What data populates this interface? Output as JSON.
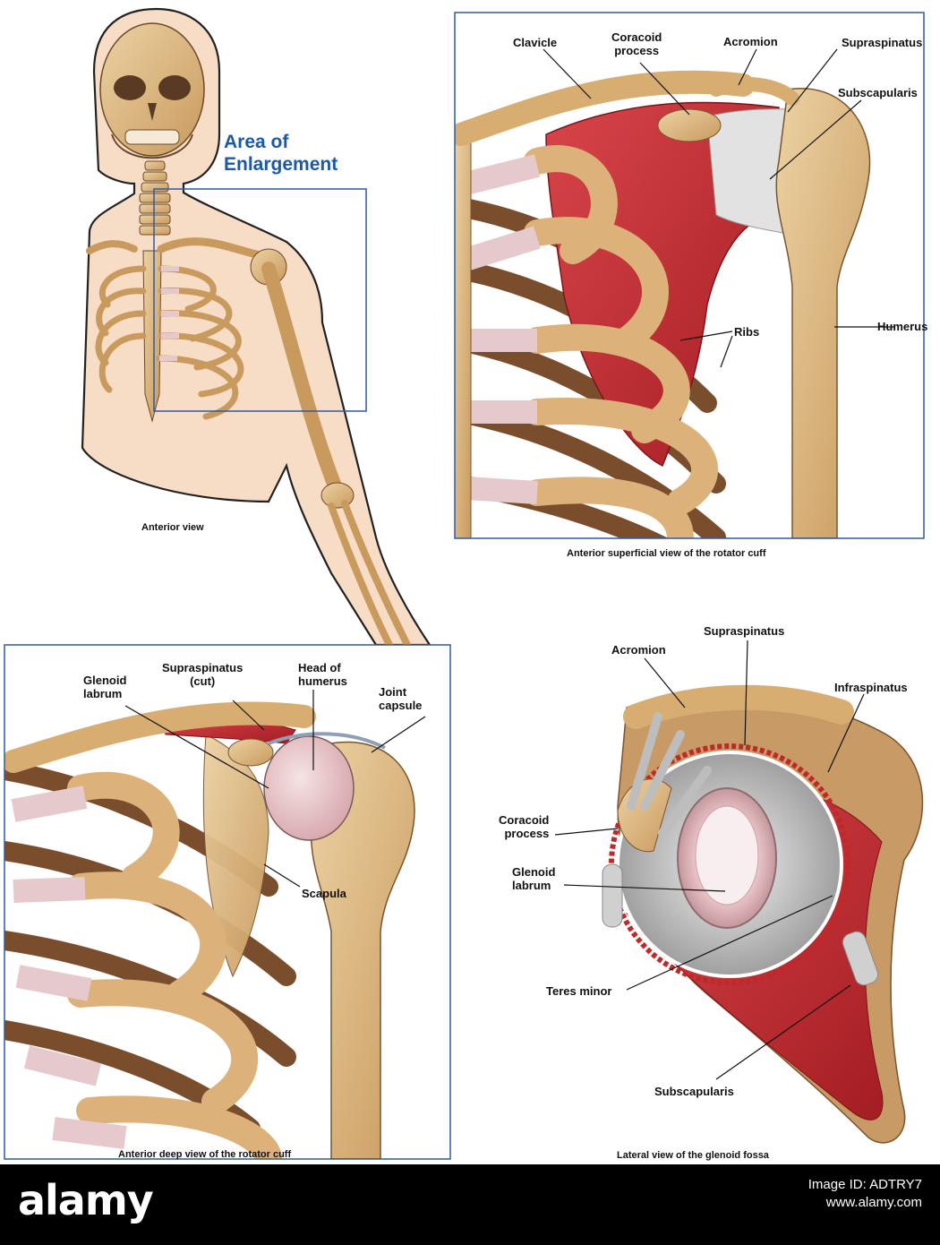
{
  "colors": {
    "bone": "#d9b27a",
    "bone_dark": "#8a5a32",
    "cartilage": "#e6c9cc",
    "muscle": "#c0282a",
    "tendon": "#d8d8d8",
    "skin": "#f7dcc6",
    "frame": "#2f5aa0",
    "enlarge_text": "#1a5aa8"
  },
  "panel_top_left": {
    "area_label": "Area of\nEnlargement",
    "caption": "Anterior view"
  },
  "panel_top_right": {
    "labels": {
      "clavicle": "Clavicle",
      "coracoid": "Coracoid\nprocess",
      "acromion": "Acromion",
      "supraspinatus": "Supraspinatus",
      "subscapularis": "Subscapularis",
      "ribs": "Ribs",
      "humerus": "Humerus"
    },
    "caption": "Anterior superficial view of the rotator cuff"
  },
  "panel_bottom_left": {
    "labels": {
      "glenoid_labrum": "Glenoid\nlabrum",
      "supraspinatus_cut": "Supraspinatus\n(cut)",
      "head_of_humerus": "Head of\nhumerus",
      "joint_capsule": "Joint\ncapsule",
      "scapula": "Scapula"
    },
    "caption": "Anterior deep view of the rotator cuff"
  },
  "panel_bottom_right": {
    "labels": {
      "supraspinatus": "Supraspinatus",
      "acromion": "Acromion",
      "infraspinatus": "Infraspinatus",
      "coracoid": "Coracoid\nprocess",
      "glenoid_labrum": "Glenoid\nlabrum",
      "teres_minor": "Teres minor",
      "subscapularis": "Subscapularis"
    },
    "caption": "Lateral view of the glenoid fossa"
  },
  "footer": {
    "logo": "alamy",
    "stock_label": "Image ID: ADTRY7",
    "site": "www.alamy.com"
  }
}
